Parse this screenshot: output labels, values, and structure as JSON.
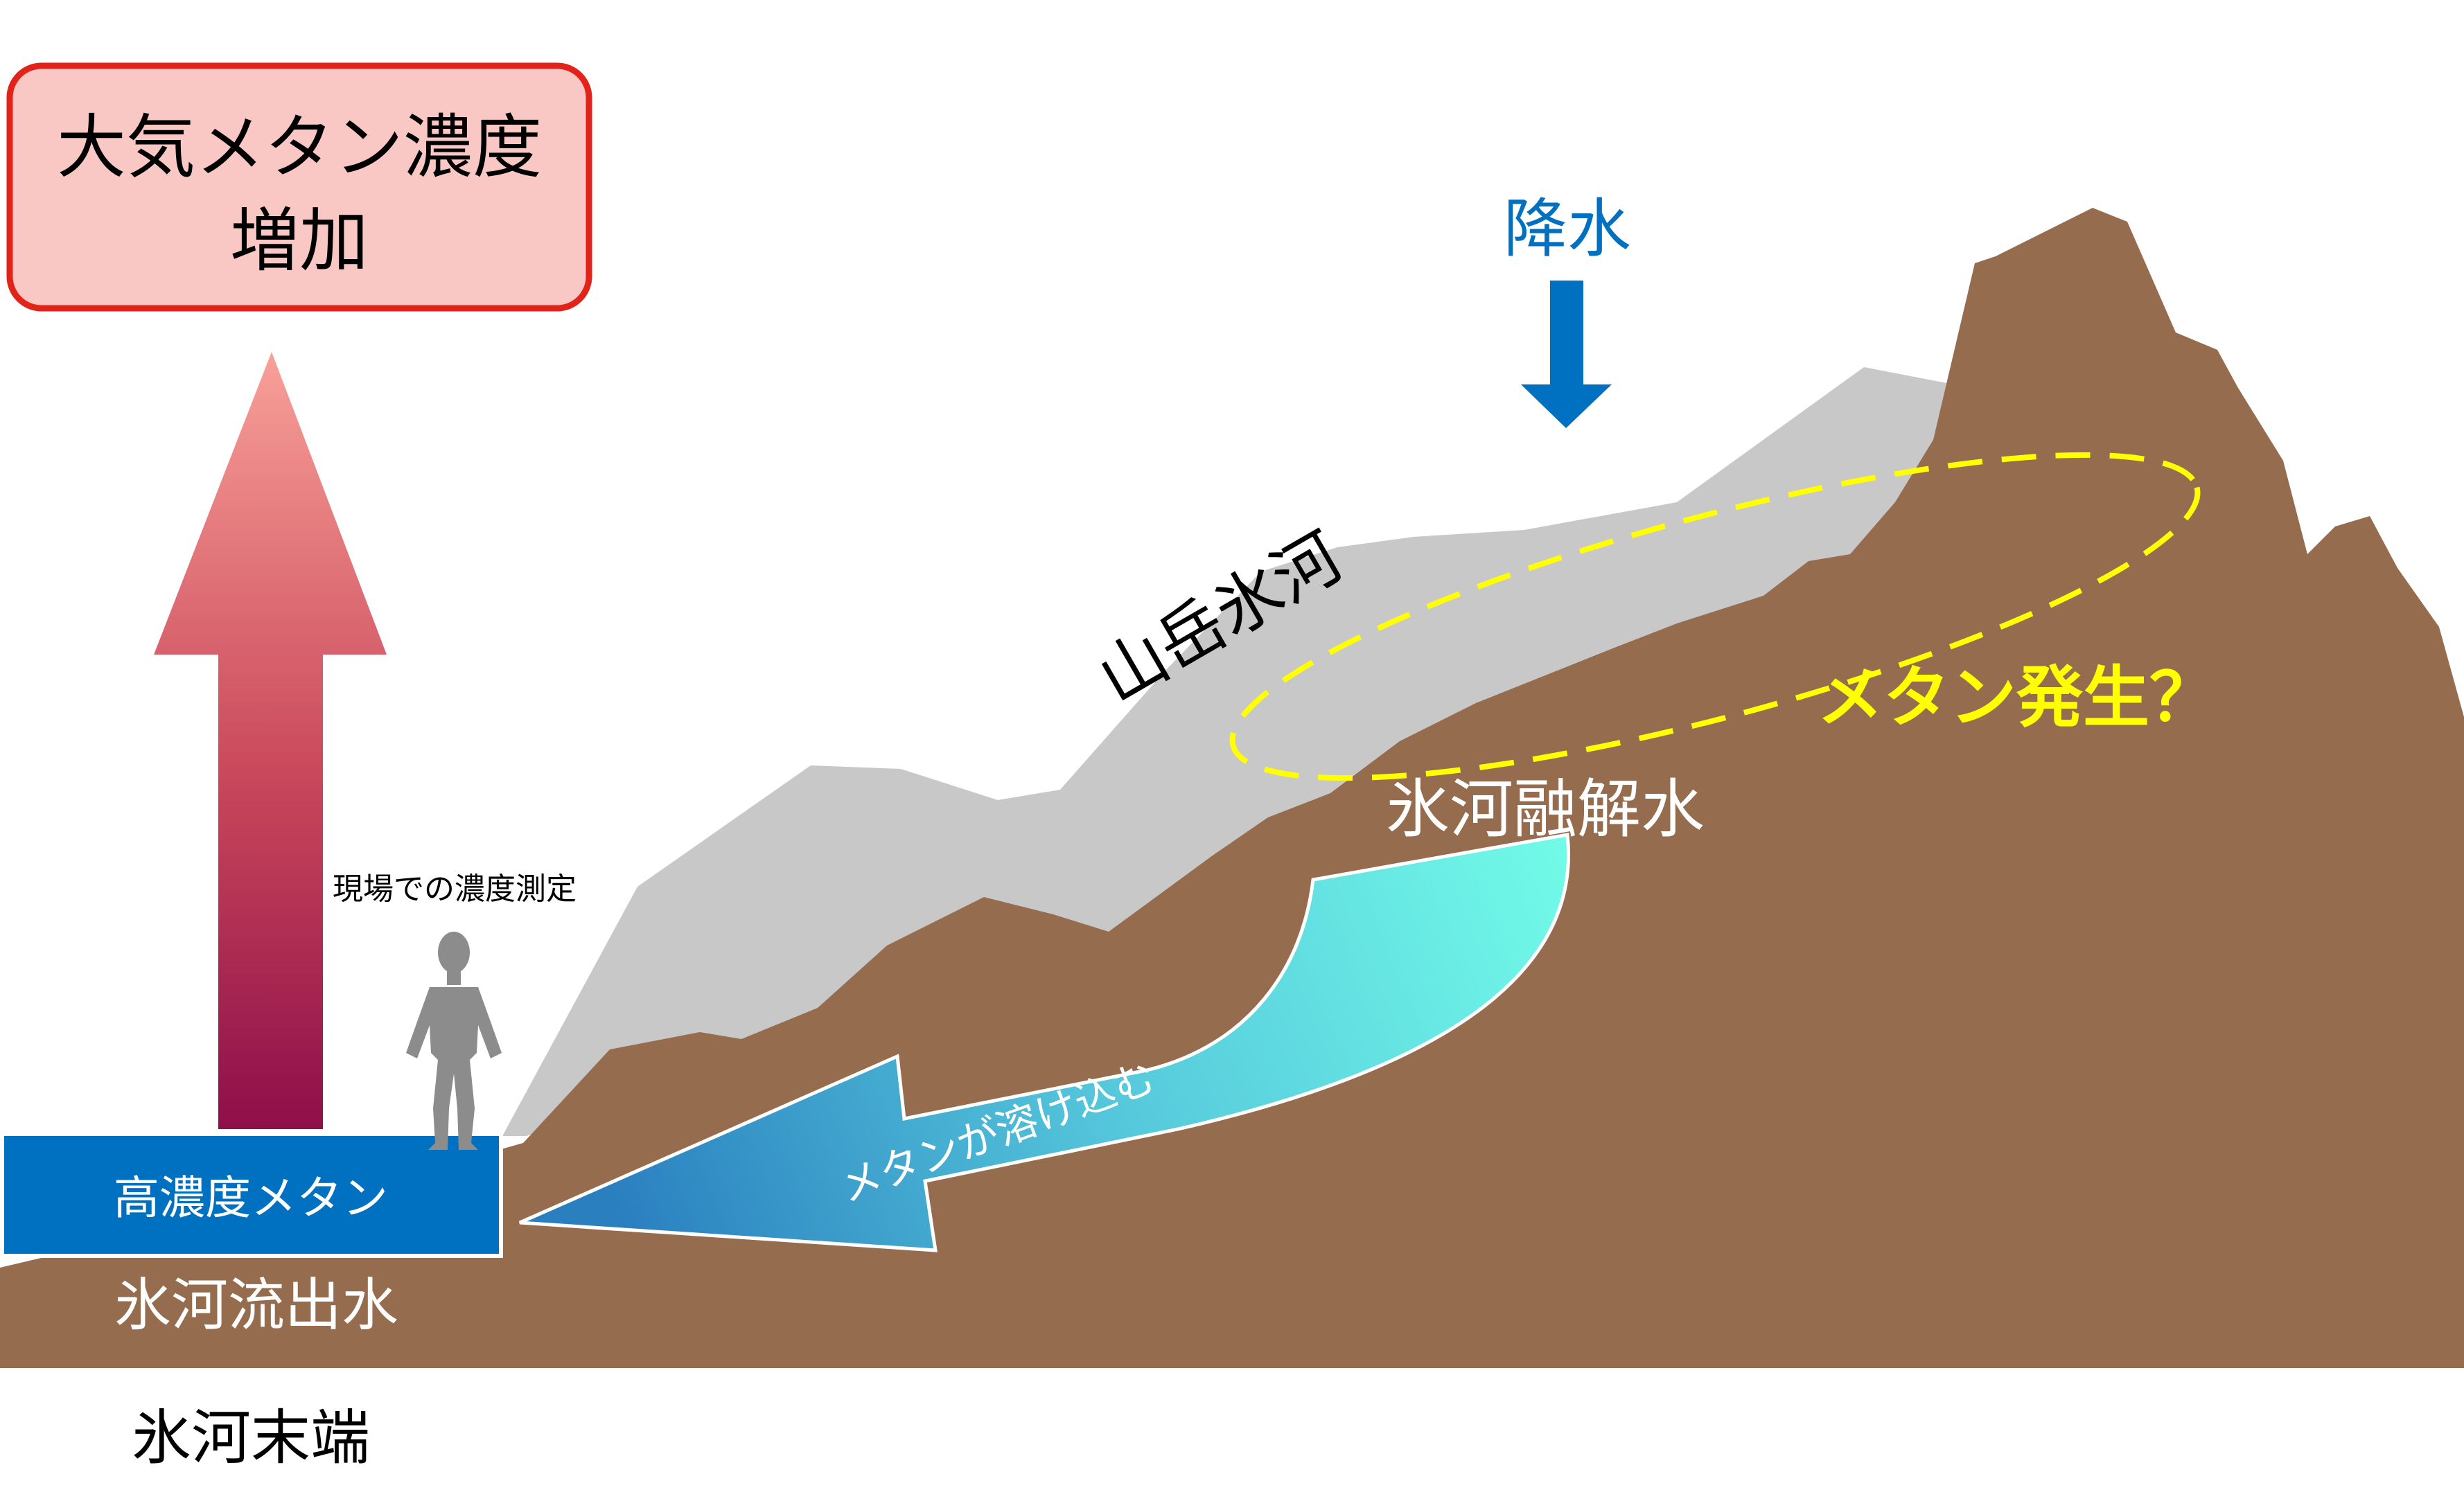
{
  "title_box": {
    "line1": "大気メタン濃度",
    "line2": "増加"
  },
  "labels": {
    "precipitation": "降水",
    "mountain_glacier": "山岳氷河",
    "methane_generation": "メタン発生？",
    "glacier_meltwater": "氷河融解水",
    "methane_dissolves": "メタンが溶け込む",
    "onsite_measurement": "現場での濃度測定",
    "high_concentration_methane": "高濃度メタン",
    "glacier_outflow": "氷河流出水",
    "glacier_terminus": "氷河末端"
  },
  "colors": {
    "ground": "#966c4e",
    "glacier": "#c8c8c8",
    "box_fill": "#f9c8c5",
    "box_border": "#e2231a",
    "precip_blue": "#0070c0",
    "methane_yellow": "#ffff00",
    "pool_blue": "#0070c0",
    "arrow_red_top": "#f59090",
    "arrow_red_bottom": "#8e0e4a",
    "flow_cyan": "#6ffbe6",
    "flow_blue": "#2e86c1",
    "person_gray": "#8c8c8c"
  }
}
